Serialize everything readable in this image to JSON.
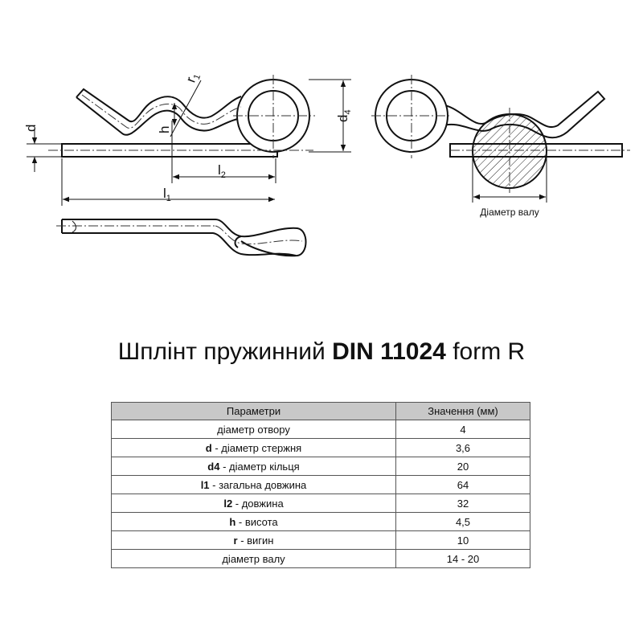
{
  "labels": {
    "d": "d",
    "h": "h",
    "r": "r",
    "r_sub": "1",
    "d4": "d",
    "d4_sub": "4",
    "l2": "l",
    "l2_sub": "2",
    "l1": "l",
    "l1_sub": "1",
    "shaft_diameter": "Діаметр валу"
  },
  "title": {
    "prefix": "Шплінт пружинний ",
    "bold": "DIN 11024",
    "suffix": " form R"
  },
  "table": {
    "headers": [
      "Параметри",
      "Значення (мм)"
    ],
    "rows": [
      {
        "symbol": "",
        "desc": "діаметр отвору",
        "value": "4"
      },
      {
        "symbol": "d",
        "desc": " - діаметр стержня",
        "value": "3,6"
      },
      {
        "symbol": "d4",
        "desc": " - діаметр кільця",
        "value": "20"
      },
      {
        "symbol": "l1",
        "desc": " - загальна довжина",
        "value": "64"
      },
      {
        "symbol": "l2",
        "desc": " - довжина",
        "value": "32"
      },
      {
        "symbol": "h",
        "desc": " - висота",
        "value": "4,5"
      },
      {
        "symbol": "r",
        "desc": " - вигин",
        "value": "10"
      },
      {
        "symbol": "",
        "desc": "діаметр валу",
        "value": "14 - 20"
      }
    ]
  }
}
